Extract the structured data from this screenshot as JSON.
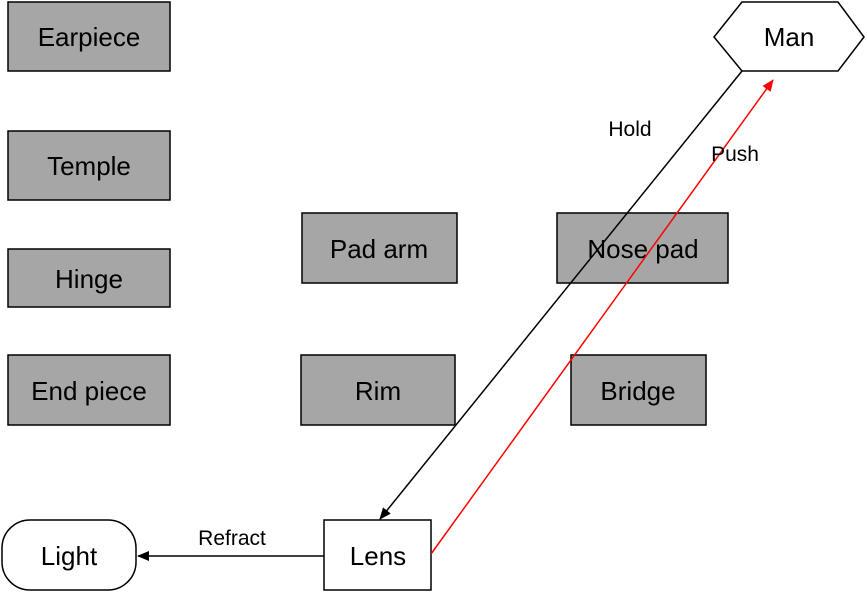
{
  "diagram": {
    "colors": {
      "part_fill": "#a6a6a6",
      "plain_fill": "#ffffff",
      "stroke": "#000000",
      "push_arrow": "#ff0000",
      "default_arrow": "#000000"
    },
    "nodes": {
      "earpiece": "Earpiece",
      "temple": "Temple",
      "hinge": "Hinge",
      "end_piece": "End piece",
      "pad_arm": "Pad arm",
      "nose_pad": "Nose pad",
      "rim": "Rim",
      "bridge": "Bridge",
      "man": "Man",
      "light": "Light",
      "lens": "Lens"
    },
    "edges": {
      "hold": "Hold",
      "push": "Push",
      "refract": "Refract"
    }
  }
}
